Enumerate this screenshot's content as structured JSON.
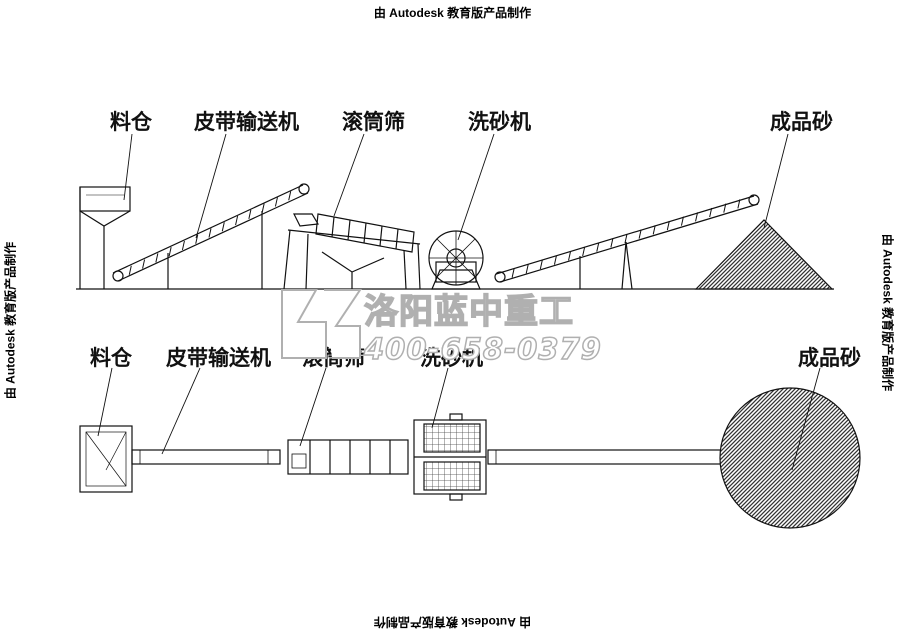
{
  "stamps": {
    "top": "由 Autodesk 教育版产品制作",
    "bottom": "由 Autodesk 教育版产品制作",
    "left": "由 Autodesk 教育版产品制作",
    "right": "由 Autodesk 教育版产品制作"
  },
  "elevation": {
    "labels": {
      "hopper": "料仓",
      "belt_conveyor": "皮带输送机",
      "trommel": "滚筒筛",
      "sand_washer": "洗砂机",
      "finished_sand": "成品砂"
    }
  },
  "plan": {
    "labels": {
      "hopper": "料仓",
      "belt_conveyor": "皮带输送机",
      "trommel": "滚筒筛",
      "sand_washer": "洗砂机",
      "finished_sand": "成品砂"
    }
  },
  "watermark": {
    "company": "洛阳蓝中重工",
    "phone": "400-658-0379"
  },
  "colors": {
    "line": "#111111",
    "watermark_outline": "#b0b0b0",
    "hatch": "#333333"
  }
}
